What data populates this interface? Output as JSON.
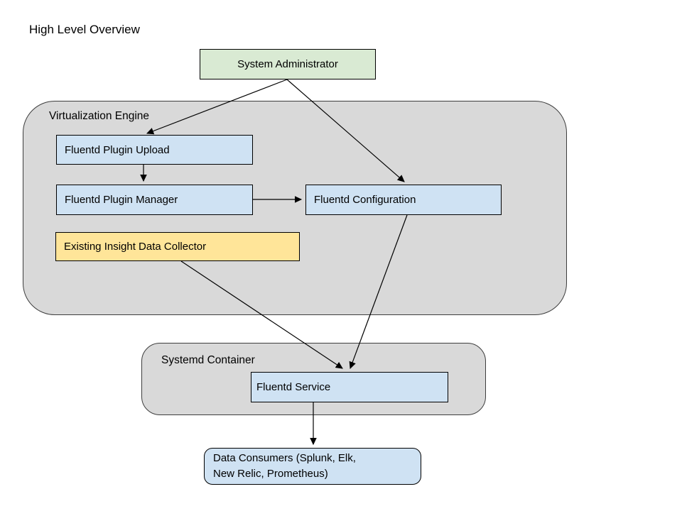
{
  "page": {
    "title": "High Level Overview"
  },
  "palette": {
    "node_green": "#d9ead3",
    "node_blue": "#cfe2f3",
    "node_yellow": "#ffe599",
    "container_gray": "#d9d9d9",
    "stroke": "#000000"
  },
  "containers": {
    "virtualization_engine": {
      "label": "Virtualization Engine"
    },
    "systemd_container": {
      "label": "Systemd Container"
    }
  },
  "nodes": {
    "system_administrator": {
      "label": "System Administrator",
      "fill": "#d9ead3"
    },
    "fluentd_plugin_upload": {
      "label": "Fluentd Plugin Upload",
      "fill": "#cfe2f3"
    },
    "fluentd_plugin_manager": {
      "label": "Fluentd Plugin Manager",
      "fill": "#cfe2f3"
    },
    "fluentd_configuration": {
      "label": "Fluentd Configuration",
      "fill": "#cfe2f3"
    },
    "existing_insight_data_collector": {
      "label": "Existing Insight Data Collector",
      "fill": "#ffe599"
    },
    "fluentd_service": {
      "label": "Fluentd Service",
      "fill": "#cfe2f3"
    },
    "data_consumers": {
      "label_line1": "Data Consumers (Splunk, Elk,",
      "label_line2": "New Relic, Prometheus)",
      "fill": "#cfe2f3"
    }
  },
  "edges": [
    {
      "from": "System Administrator",
      "to": "Fluentd Plugin Upload"
    },
    {
      "from": "System Administrator",
      "to": "Fluentd Configuration"
    },
    {
      "from": "Fluentd Plugin Upload",
      "to": "Fluentd Plugin Manager"
    },
    {
      "from": "Fluentd Plugin Manager",
      "to": "Fluentd Configuration"
    },
    {
      "from": "Fluentd Configuration",
      "to": "Fluentd Service"
    },
    {
      "from": "Existing Insight Data Collector",
      "to": "Fluentd Service"
    },
    {
      "from": "Fluentd Service",
      "to": "Data Consumers"
    }
  ]
}
